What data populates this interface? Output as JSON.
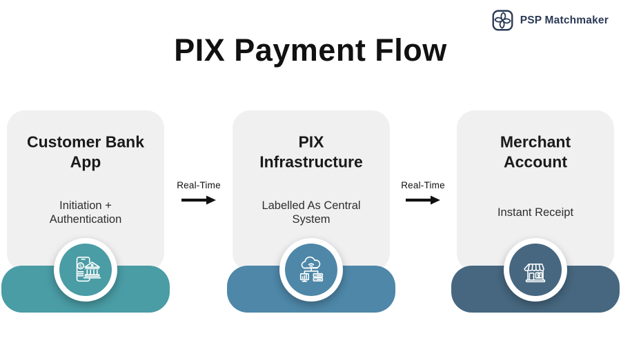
{
  "header": {
    "title": "PIX Payment Flow"
  },
  "brand": {
    "name": "PSP Matchmaker",
    "color": "#2A3A55"
  },
  "cards": [
    {
      "title": "Customer Bank App",
      "subtitle": "Initiation + Authentication",
      "accent": "#4A9CA5",
      "icon": "mobile-banking-icon"
    },
    {
      "title": "PIX Infrastructure",
      "subtitle": "Labelled As Central System",
      "accent": "#4E87A8",
      "icon": "cloud-network-icon"
    },
    {
      "title": "Merchant Account",
      "subtitle": "Instant Receipt",
      "accent": "#46677F",
      "icon": "storefront-icon"
    }
  ],
  "connectors": [
    {
      "label": "Real-Time"
    },
    {
      "label": "Real-Time"
    }
  ],
  "colors": {
    "page_bg": "#FFFFFF",
    "card_bg": "#F0F0F1",
    "title_text": "#111111",
    "arrow": "#111111"
  }
}
